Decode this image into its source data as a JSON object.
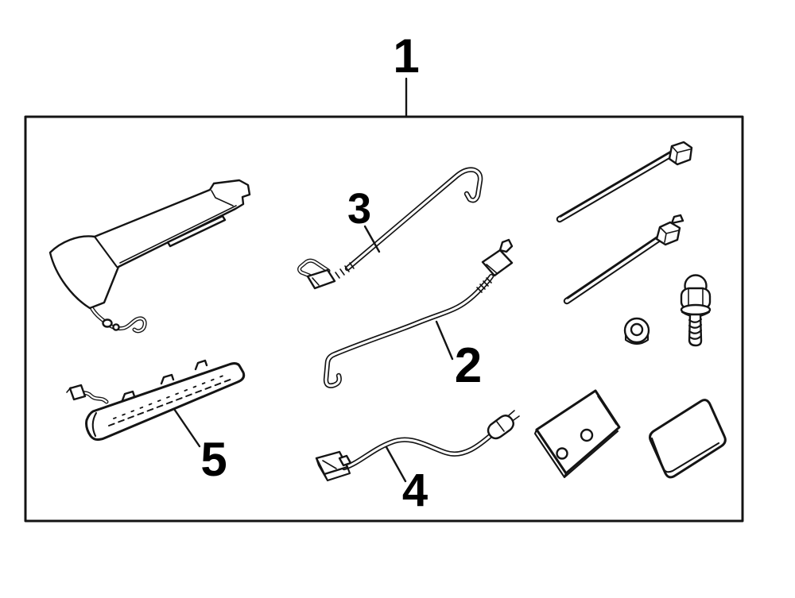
{
  "diagram": {
    "kind": "exploded-parts-illustration",
    "colors": {
      "line": "#141414",
      "background": "#ffffff"
    },
    "callouts": [
      {
        "number": "1",
        "part": "kit-outline-box"
      },
      {
        "number": "2",
        "part": "wire-guide-rod-lower"
      },
      {
        "number": "3",
        "part": "wire-guide-rod-upper"
      },
      {
        "number": "4",
        "part": "wire-sub-harness"
      },
      {
        "number": "5",
        "part": "high-mount-stop-light"
      }
    ],
    "unlabeled_parts": [
      "spoiler-body-with-pigtail",
      "cable-tie-long",
      "cable-tie-short",
      "flange-bolt",
      "grommet-nut",
      "drilled-mount-plate",
      "adhesive-pad"
    ]
  }
}
